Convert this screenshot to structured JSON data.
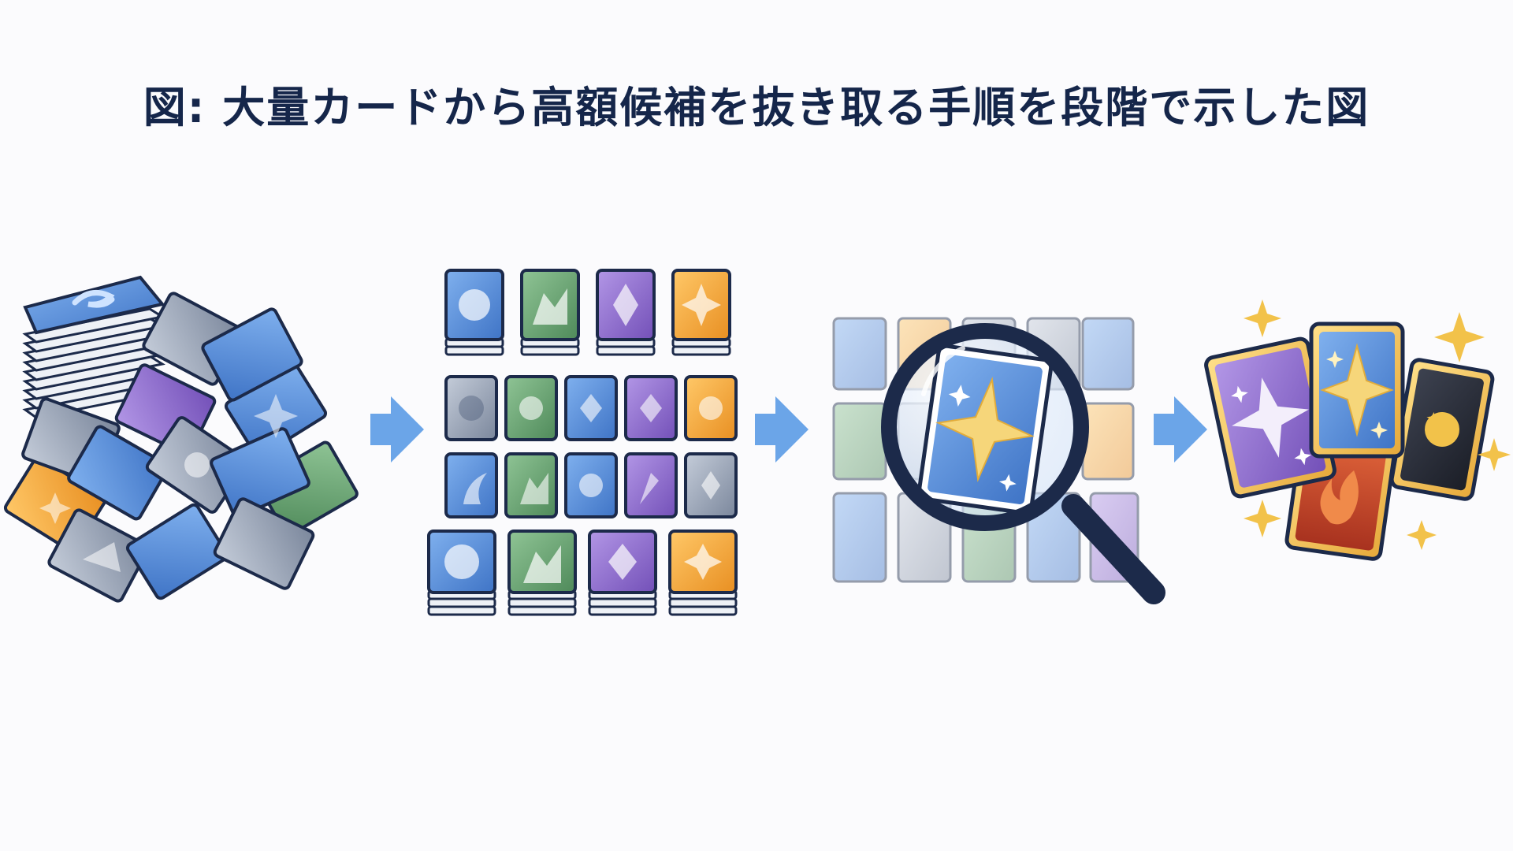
{
  "title": "図: 大量カードから高額候補を抜き取る手順を段階で示した図",
  "colors": {
    "outline": "#1c2a4a",
    "arrow": "#5b9be6",
    "blue": "#4e86d6",
    "green": "#5e9a68",
    "purple": "#8a66c9",
    "orange": "#f0a030",
    "gray": "#8f9bb0",
    "gold": "#f2c24a",
    "red": "#c8452a",
    "dark": "#2b2f3a"
  },
  "steps": [
    {
      "name": "pile",
      "icon": "card-pile-icon"
    },
    {
      "name": "sorted-grid",
      "icon": "sorted-cards-icon"
    },
    {
      "name": "magnify-search",
      "icon": "magnifying-glass-icon"
    },
    {
      "name": "selected-cards",
      "icon": "rare-cards-icon"
    }
  ]
}
